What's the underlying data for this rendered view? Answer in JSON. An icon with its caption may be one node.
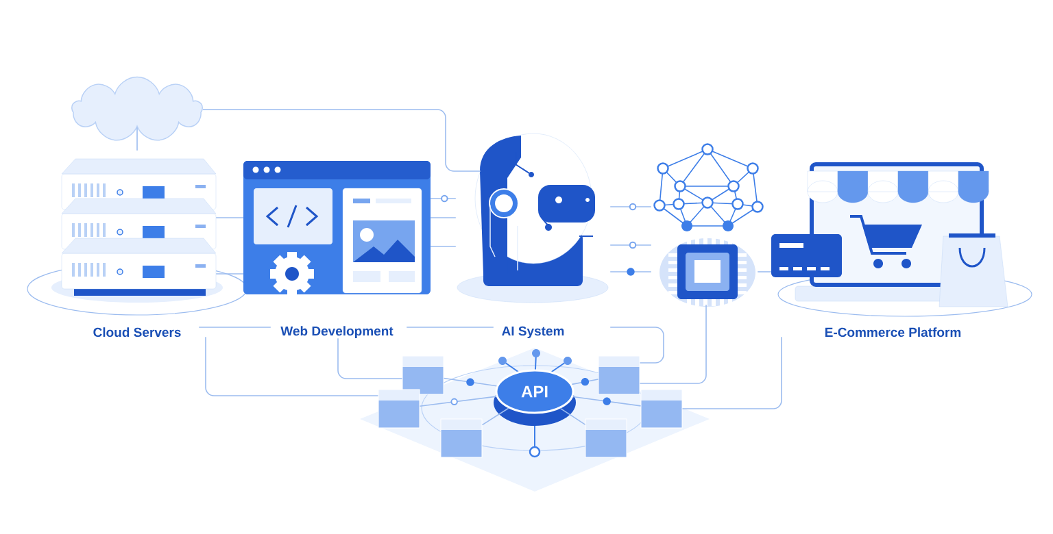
{
  "diagram": {
    "nodes": [
      {
        "text": [],
        "shape": "cloud"
      },
      {
        "text": [
          "Cloud Servers"
        ]
      },
      {
        "text": [
          "Web Development"
        ]
      },
      {
        "text": [
          "AI System"
        ]
      },
      {
        "text": [],
        "shape": "picture"
      },
      {
        "text": [
          "E-Commerce Platform"
        ]
      },
      {
        "text": [
          "API"
        ]
      },
      {
        "text": [],
        "shape": "box"
      },
      {
        "text": [],
        "shape": "box"
      },
      {
        "text": [],
        "shape": "box"
      },
      {
        "text": [],
        "shape": "box"
      },
      {
        "text": [],
        "shape": "box"
      },
      {
        "text": [],
        "shape": "box"
      }
    ],
    "edges": [
      {
        "from": 0,
        "to": 1,
        "arrow": "none"
      },
      {
        "from": 0,
        "to": 3,
        "arrow": "none"
      },
      {
        "from": 1,
        "to": 2,
        "arrow": "none"
      },
      {
        "from": 1,
        "to": 2,
        "arrow": "none"
      },
      {
        "from": 1,
        "to": 2,
        "arrow": "none"
      },
      {
        "from": 2,
        "to": 3,
        "arrow": "none"
      },
      {
        "from": 2,
        "to": 3,
        "arrow": "none"
      },
      {
        "from": 2,
        "to": 3,
        "arrow": "none"
      },
      {
        "from": 2,
        "to": 3,
        "arrow": "none"
      },
      {
        "from": 3,
        "to": 4,
        "arrow": "none"
      },
      {
        "from": 3,
        "to": 4,
        "arrow": "none"
      },
      {
        "from": 3,
        "to": 4,
        "arrow": "none"
      },
      {
        "from": 4,
        "to": 5,
        "arrow": "none"
      },
      {
        "from": 1,
        "to": 8,
        "arrow": "none"
      },
      {
        "from": 2,
        "to": 7,
        "arrow": "none"
      },
      {
        "from": 3,
        "to": 10,
        "arrow": "none"
      },
      {
        "from": 4,
        "to": 10,
        "arrow": "none"
      },
      {
        "from": 5,
        "to": 11,
        "arrow": "none"
      },
      {
        "from": 6,
        "to": 7,
        "arrow": "none"
      },
      {
        "from": 6,
        "to": 8,
        "arrow": "none"
      },
      {
        "from": 6,
        "to": 9,
        "arrow": "none"
      },
      {
        "from": 6,
        "to": 10,
        "arrow": "none"
      },
      {
        "from": 6,
        "to": 11,
        "arrow": "none"
      },
      {
        "from": 6,
        "to": 12,
        "arrow": "none"
      }
    ]
  }
}
